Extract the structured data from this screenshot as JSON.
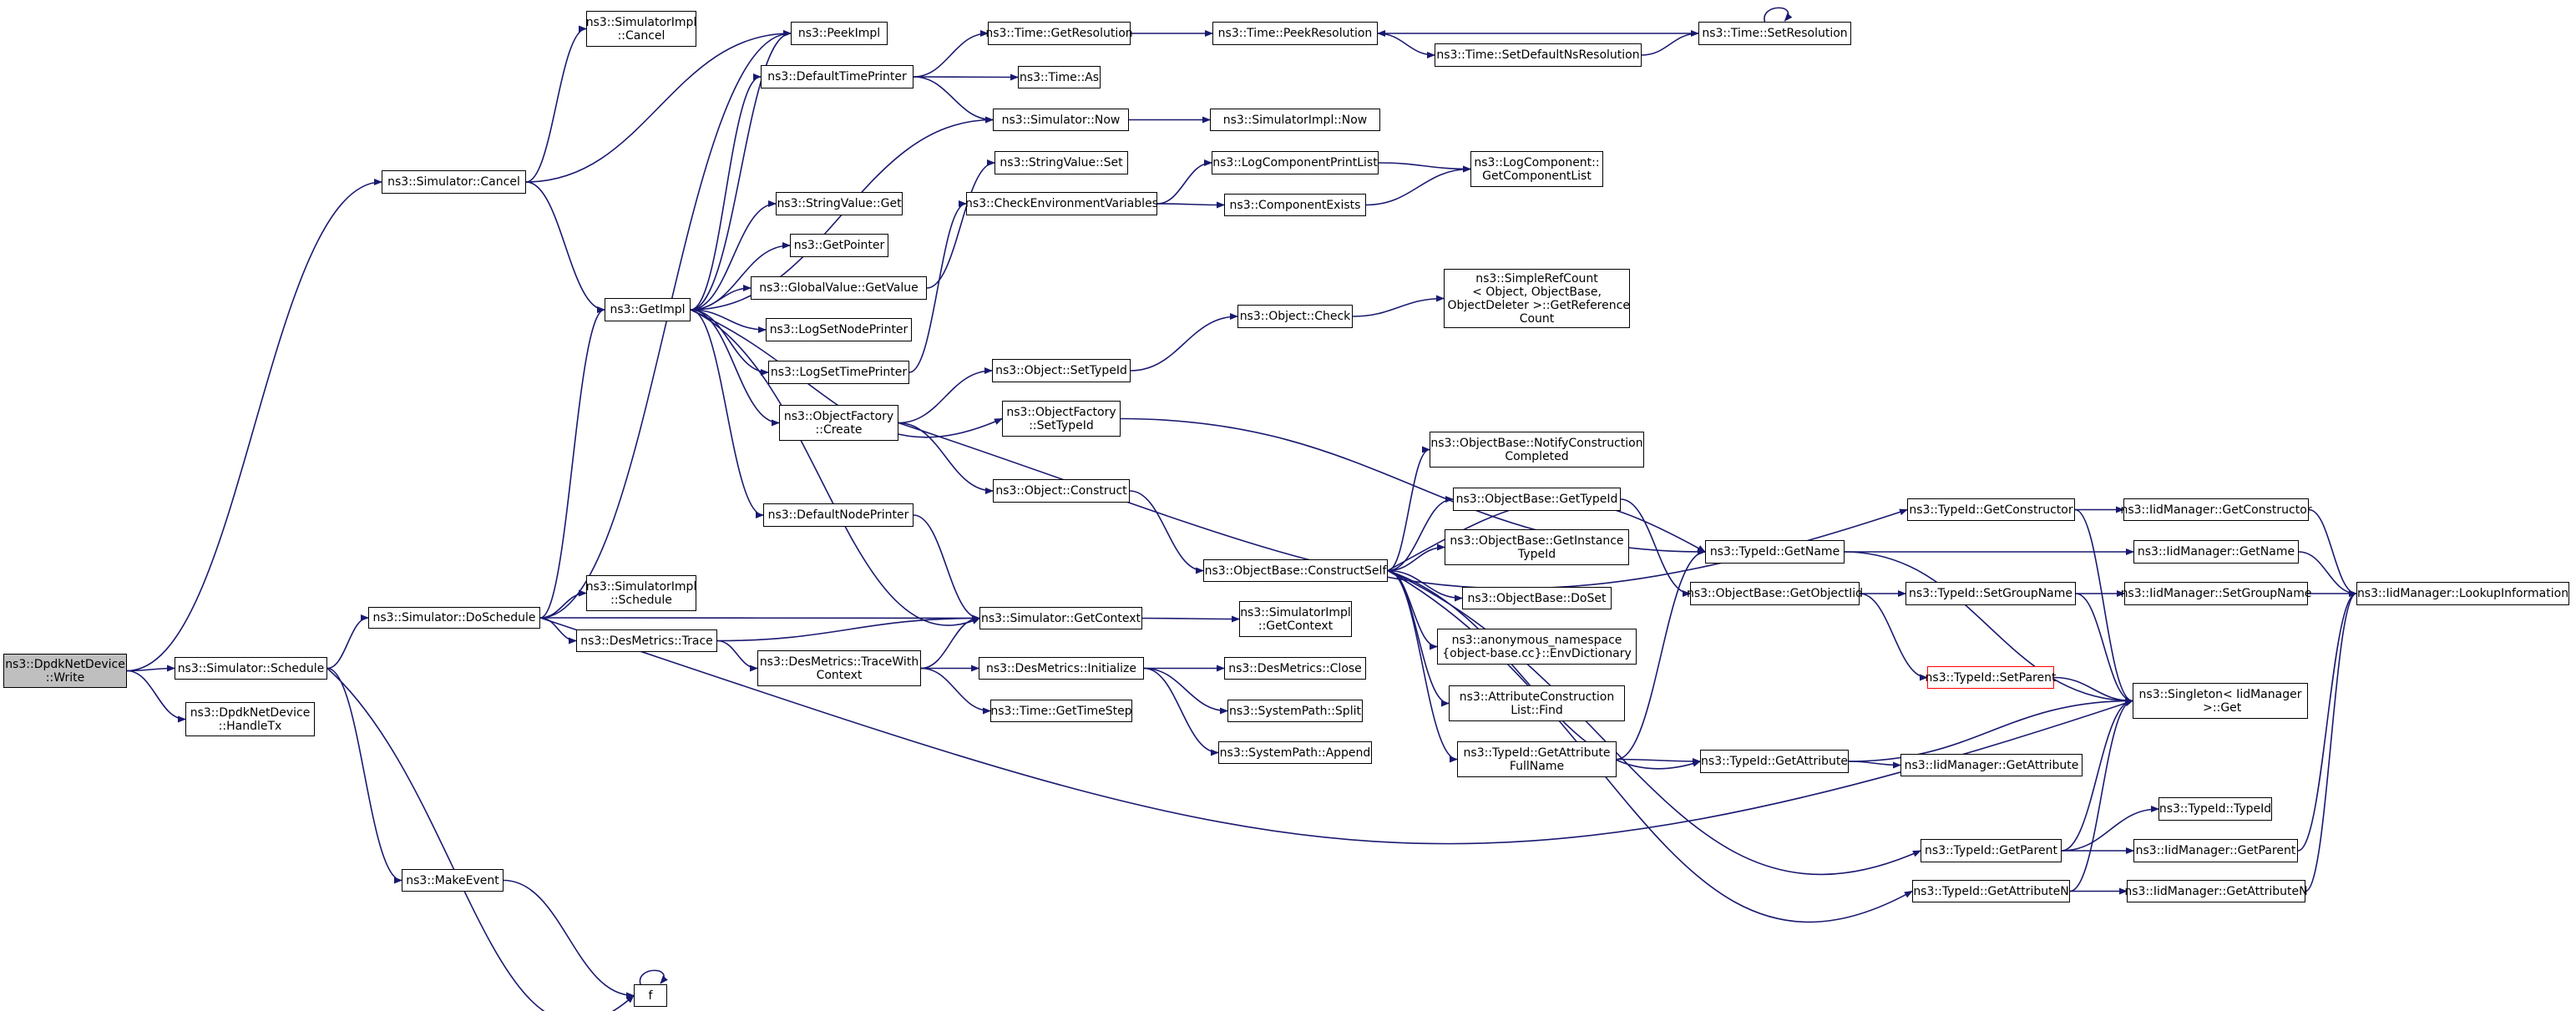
{
  "nodes": [
    {
      "id": "root",
      "label": "ns3::DpdkNetDevice\n::Write"
    },
    {
      "id": "sched",
      "label": "ns3::Simulator::Schedule"
    },
    {
      "id": "handletx",
      "label": "ns3::DpdkNetDevice\n::HandleTx"
    },
    {
      "id": "cancel",
      "label": "ns3::Simulator::Cancel"
    },
    {
      "id": "dosched",
      "label": "ns3::Simulator::DoSchedule"
    },
    {
      "id": "makeevent",
      "label": "ns3::MakeEvent"
    },
    {
      "id": "f",
      "label": "f"
    },
    {
      "id": "implcancel",
      "label": "ns3::SimulatorImpl\n::Cancel"
    },
    {
      "id": "getimpl",
      "label": "ns3::GetImpl"
    },
    {
      "id": "implsched",
      "label": "ns3::SimulatorImpl\n::Schedule"
    },
    {
      "id": "destrace",
      "label": "ns3::DesMetrics::Trace"
    },
    {
      "id": "peekimpl",
      "label": "ns3::PeekImpl"
    },
    {
      "id": "dtp",
      "label": "ns3::DefaultTimePrinter"
    },
    {
      "id": "svget",
      "label": "ns3::StringValue::Get"
    },
    {
      "id": "getptr",
      "label": "ns3::GetPointer"
    },
    {
      "id": "gvgetval",
      "label": "ns3::GlobalValue::GetValue"
    },
    {
      "id": "lognode",
      "label": "ns3::LogSetNodePrinter"
    },
    {
      "id": "logtime",
      "label": "ns3::LogSetTimePrinter"
    },
    {
      "id": "ofcreate",
      "label": "ns3::ObjectFactory\n::Create"
    },
    {
      "id": "dnp",
      "label": "ns3::DefaultNodePrinter"
    },
    {
      "id": "tracewith",
      "label": "ns3::DesMetrics::TraceWith\nContext"
    },
    {
      "id": "getres",
      "label": "ns3::Time::GetResolution"
    },
    {
      "id": "timeas",
      "label": "ns3::Time::As"
    },
    {
      "id": "simnow",
      "label": "ns3::Simulator::Now"
    },
    {
      "id": "svset",
      "label": "ns3::StringValue::Set"
    },
    {
      "id": "checkenv",
      "label": "ns3::CheckEnvironmentVariables"
    },
    {
      "id": "objsettid",
      "label": "ns3::Object::SetTypeId"
    },
    {
      "id": "ofsettid",
      "label": "ns3::ObjectFactory\n::SetTypeId"
    },
    {
      "id": "objconstruct",
      "label": "ns3::Object::Construct"
    },
    {
      "id": "getctx",
      "label": "ns3::Simulator::GetContext"
    },
    {
      "id": "desinit",
      "label": "ns3::DesMetrics::Initialize"
    },
    {
      "id": "gettimestep",
      "label": "ns3::Time::GetTimeStep"
    },
    {
      "id": "peekres",
      "label": "ns3::Time::PeekResolution"
    },
    {
      "id": "implnow",
      "label": "ns3::SimulatorImpl::Now"
    },
    {
      "id": "logprint",
      "label": "ns3::LogComponentPrintList"
    },
    {
      "id": "compexists",
      "label": "ns3::ComponentExists"
    },
    {
      "id": "objcheck",
      "label": "ns3::Object::Check"
    },
    {
      "id": "construct",
      "label": "ns3::ObjectBase::ConstructSelf"
    },
    {
      "id": "implgetctx",
      "label": "ns3::SimulatorImpl\n::GetContext"
    },
    {
      "id": "desclose",
      "label": "ns3::DesMetrics::Close"
    },
    {
      "id": "split",
      "label": "ns3::SystemPath::Split"
    },
    {
      "id": "append",
      "label": "ns3::SystemPath::Append"
    },
    {
      "id": "setdefns",
      "label": "ns3::Time::SetDefaultNsResolution"
    },
    {
      "id": "getcomplist",
      "label": "ns3::LogComponent::\nGetComponentList"
    },
    {
      "id": "refcount",
      "label": "ns3::SimpleRefCount\n< Object, ObjectBase,\n ObjectDeleter >::GetReference\nCount"
    },
    {
      "id": "notify",
      "label": "ns3::ObjectBase::NotifyConstruction\nCompleted"
    },
    {
      "id": "obgettid",
      "label": "ns3::ObjectBase::GetTypeId"
    },
    {
      "id": "obgetinst",
      "label": "ns3::ObjectBase::GetInstance\nTypeId"
    },
    {
      "id": "obdoset",
      "label": "ns3::ObjectBase::DoSet"
    },
    {
      "id": "envdict",
      "label": "ns3::anonymous_namespace\n{object-base.cc}::EnvDictionary"
    },
    {
      "id": "attrlist",
      "label": "ns3::AttributeConstruction\nList::Find"
    },
    {
      "id": "getattrfull",
      "label": "ns3::TypeId::GetAttribute\nFullName"
    },
    {
      "id": "setres",
      "label": "ns3::Time::SetResolution"
    },
    {
      "id": "tidgetname",
      "label": "ns3::TypeId::GetName"
    },
    {
      "id": "getobjiid",
      "label": "ns3::ObjectBase::GetObjectIid"
    },
    {
      "id": "tidgetattr",
      "label": "ns3::TypeId::GetAttribute"
    },
    {
      "id": "tidgetctor",
      "label": "ns3::TypeId::GetConstructor"
    },
    {
      "id": "setgroup",
      "label": "ns3::TypeId::SetGroupName"
    },
    {
      "id": "setparent",
      "label": "ns3::TypeId::SetParent"
    },
    {
      "id": "tidgetparent",
      "label": "ns3::TypeId::GetParent"
    },
    {
      "id": "tidgetattrn",
      "label": "ns3::TypeId::GetAttributeN"
    },
    {
      "id": "iidgetctor",
      "label": "ns3::IidManager::GetConstructor"
    },
    {
      "id": "iidgetname",
      "label": "ns3::IidManager::GetName"
    },
    {
      "id": "iidsetgroup",
      "label": "ns3::IidManager::SetGroupName"
    },
    {
      "id": "singleton",
      "label": "ns3::Singleton< IidManager\n >::Get"
    },
    {
      "id": "iidgetattr",
      "label": "ns3::IidManager::GetAttribute"
    },
    {
      "id": "tidtid",
      "label": "ns3::TypeId::TypeId"
    },
    {
      "id": "iidgetparent",
      "label": "ns3::IidManager::GetParent"
    },
    {
      "id": "iidgetattrn",
      "label": "ns3::IidManager::GetAttributeN"
    },
    {
      "id": "lookup",
      "label": "ns3::IidManager::LookupInformation"
    }
  ],
  "colors": {
    "edge": "#191970",
    "root_fill": "#bfbfbf",
    "highlight_border": "#ff0000"
  }
}
